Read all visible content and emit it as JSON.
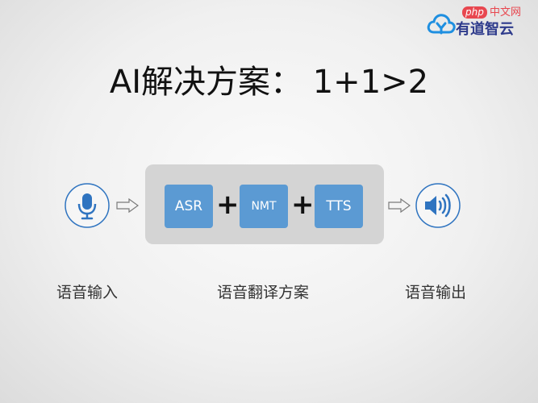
{
  "logo": {
    "php": "php",
    "site": "中文网",
    "brand": "有道智云",
    "colors": {
      "php_bg": "#e8474f",
      "brand_text": "#2e3b8c",
      "cloud": "#1f8fe0"
    }
  },
  "title": "AI解决方案： 1+1>2",
  "pipeline": {
    "steps": [
      "ASR",
      "NMT",
      "TTS"
    ],
    "operators": [
      "+",
      "+"
    ],
    "colors": {
      "box": "#5b9ad3",
      "panel": "#d4d4d4",
      "icon": "#2f74c0"
    }
  },
  "icons": {
    "input": "microphone-icon",
    "output": "speaker-icon",
    "flow": "arrow-right-icon"
  },
  "captions": {
    "input": "语音输入",
    "scheme": "语音翻译方案",
    "output": "语音输出"
  }
}
